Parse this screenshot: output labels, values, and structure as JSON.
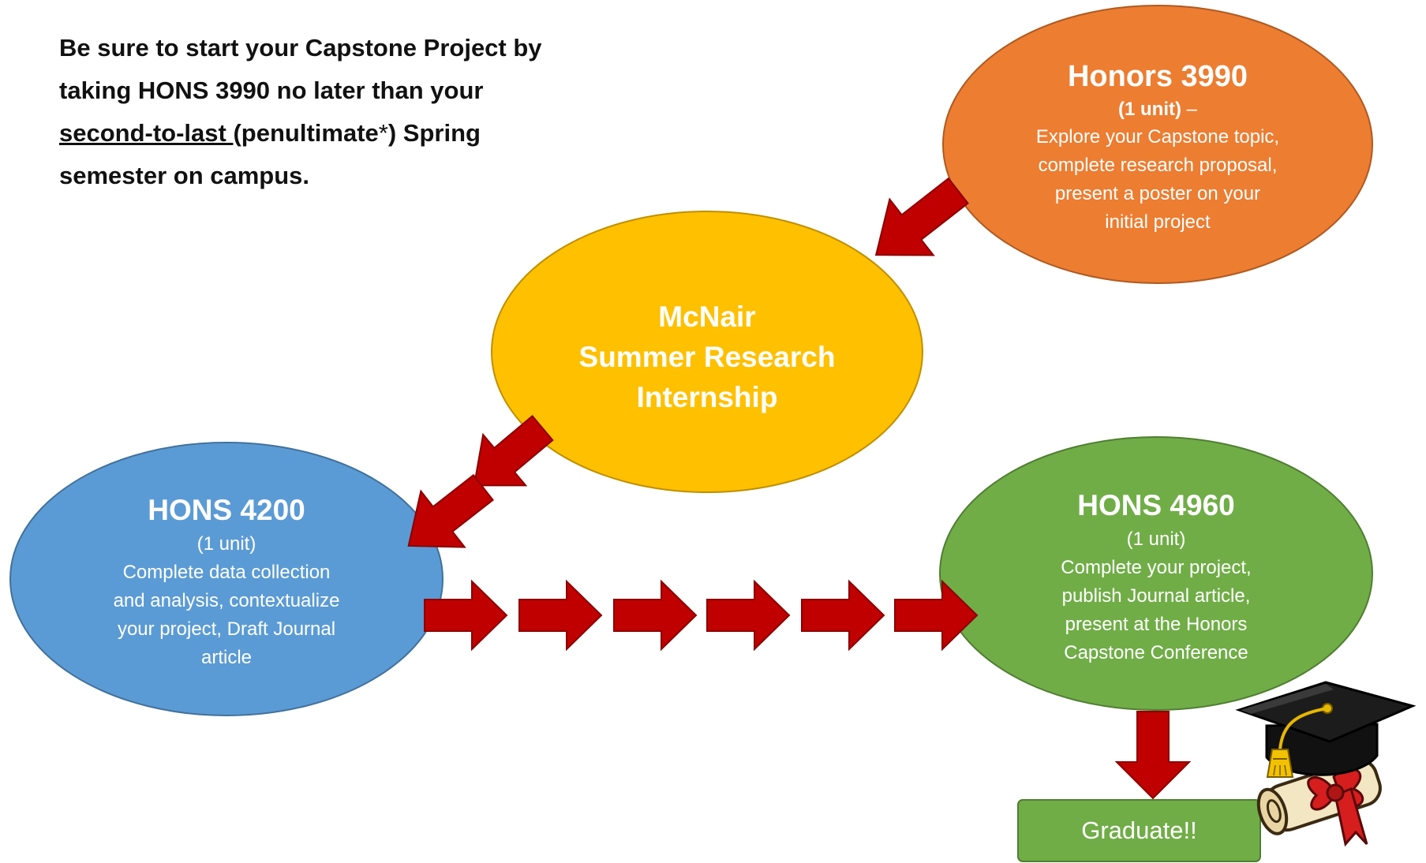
{
  "intro": {
    "line1": "Be sure to start your Capstone Project by",
    "line2": "taking HONS 3990 no later than your",
    "line3_underlined": "second-to-last ",
    "line3_rest_a": "(penultimate",
    "line3_asterisk": "*",
    "line3_rest_b": ") Spring",
    "line4": "semester on campus."
  },
  "nodes": {
    "honors3990": {
      "title": "Honors 3990",
      "unit_bold": "(1 unit)",
      "unit_dash": " –",
      "lines": [
        "Explore your Capstone topic,",
        "complete research proposal,",
        "present a poster on your",
        "initial project"
      ],
      "color": "#ED7D31"
    },
    "mcnair": {
      "lines": [
        "McNair",
        "Summer Research",
        "Internship"
      ],
      "color": "#FFC000"
    },
    "hons4200": {
      "title": "HONS 4200",
      "unit": "(1 unit)",
      "lines": [
        "Complete data collection",
        "and analysis, contextualize",
        "your project, Draft Journal",
        "article"
      ],
      "color": "#5B9BD5"
    },
    "hons4960": {
      "title": "HONS 4960",
      "unit": "(1 unit)",
      "lines": [
        "Complete your project,",
        "publish Journal article,",
        "present at the Honors",
        "Capstone Conference"
      ],
      "color": "#70AD47"
    },
    "graduate": {
      "label": "Graduate!!",
      "color": "#70AD47"
    }
  },
  "arrow_color": "#C00000",
  "icon": "graduation-cap-diploma-icon"
}
